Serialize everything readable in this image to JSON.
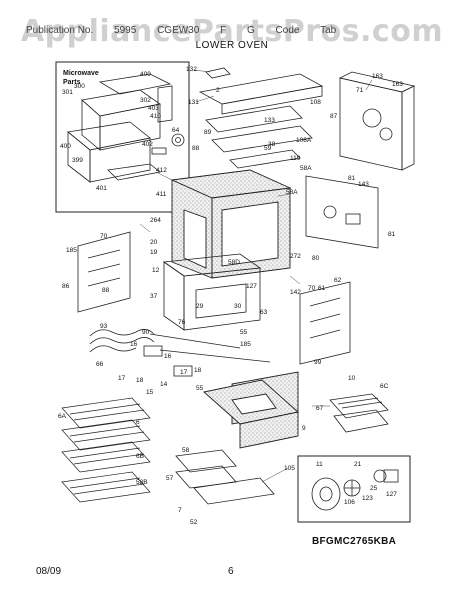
{
  "watermark": "AppliancePartsPros.com",
  "header": {
    "publication_text": [
      "Publication No.",
      "5995",
      "CGEW30",
      "F",
      "G",
      "Code",
      "Tab"
    ],
    "section_title": "LOWER OVEN"
  },
  "diagram": {
    "microwave_inset_label": [
      "Microwave",
      "Parts"
    ],
    "callouts": [
      "132",
      "131",
      "2",
      "108",
      "163",
      "163",
      "71",
      "87",
      "409",
      "300",
      "301",
      "302",
      "403",
      "410",
      "400",
      "399",
      "402",
      "64",
      "401",
      "412",
      "411",
      "88",
      "89",
      "133",
      "108A",
      "119",
      "38",
      "59",
      "81",
      "143",
      "58A",
      "58A",
      "264",
      "185",
      "70",
      "20",
      "19",
      "12",
      "58D",
      "272",
      "80",
      "81",
      "62",
      "61",
      "86",
      "37",
      "127",
      "29",
      "30",
      "76",
      "142",
      "70",
      "88",
      "90",
      "63",
      "55",
      "66",
      "93",
      "16",
      "17",
      "18",
      "15",
      "14",
      "16",
      "17",
      "18",
      "55",
      "185",
      "99",
      "10",
      "6C",
      "6A",
      "6",
      "6B",
      "58B",
      "9",
      "67",
      "58",
      "57",
      "7",
      "52",
      "105",
      "11",
      "106",
      "21",
      "25",
      "123",
      "127"
    ],
    "code": "BFGMC2765KBA"
  },
  "footer": {
    "date": "08/09",
    "page": "6"
  }
}
